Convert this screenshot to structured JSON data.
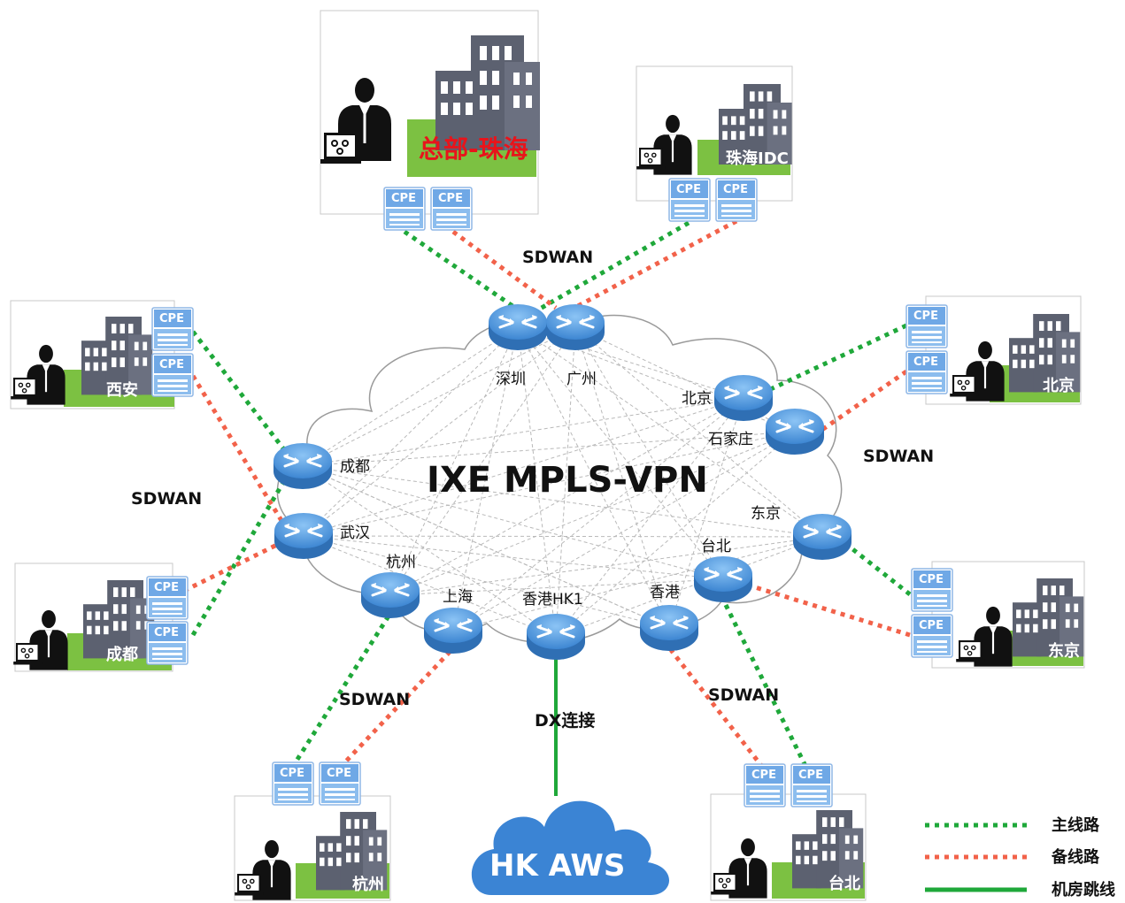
{
  "title": "IXE MPLS-VPN",
  "sdwan_label": "SDWAN",
  "dx_label": "DX连接",
  "aws_label": "HK AWS",
  "cpe_label": "CPE",
  "sites": {
    "hq": "总部-珠海",
    "zhuhai_idc": "珠海IDC",
    "xian": "西安",
    "beijing": "北京",
    "chengdu": "成都",
    "tokyo": "东京",
    "hangzhou": "杭州",
    "taipei": "台北"
  },
  "nodes": {
    "shenzhen": "深圳",
    "guangzhou": "广州",
    "beijing": "北京",
    "shijiazhuang": "石家庄",
    "chengdu": "成都",
    "wuhan": "武汉",
    "tokyo": "东京",
    "taipei": "台北",
    "hangzhou": "杭州",
    "shanghai": "上海",
    "hk1": "香港HK1",
    "hongkong": "香港"
  },
  "legend": {
    "primary": "主线路",
    "backup": "备线路",
    "datacenter": "机房跳线"
  },
  "colors": {
    "primary_line": "#1fa83a",
    "backup_line": "#f2624a",
    "datacenter_line": "#1fa83a",
    "router": "#4f9be0",
    "cpe": "#6fa8e6",
    "green_banner": "#7cc142",
    "building": "#5c6170",
    "aws_cloud": "#3b84d4",
    "hq_label": "#e8141b"
  }
}
